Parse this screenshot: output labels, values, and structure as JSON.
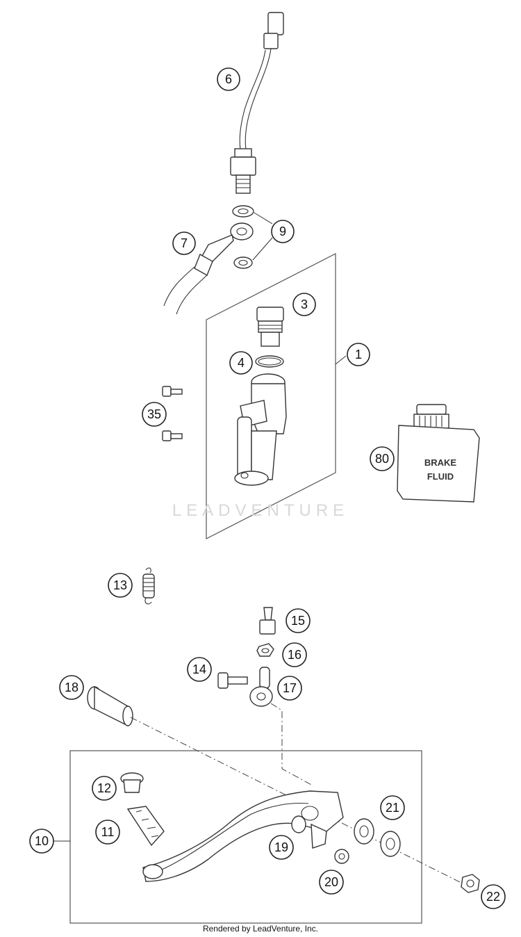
{
  "watermark": "LEADVENTURE",
  "footer": "Rendered by LeadVenture, Inc.",
  "bottle_label_line1": "BRAKE",
  "bottle_label_line2": "FLUID",
  "callouts": [
    "6",
    "9",
    "7",
    "3",
    "1",
    "4",
    "35",
    "80",
    "13",
    "15",
    "16",
    "14",
    "17",
    "18",
    "12",
    "21",
    "11",
    "10",
    "19",
    "20",
    "22"
  ]
}
